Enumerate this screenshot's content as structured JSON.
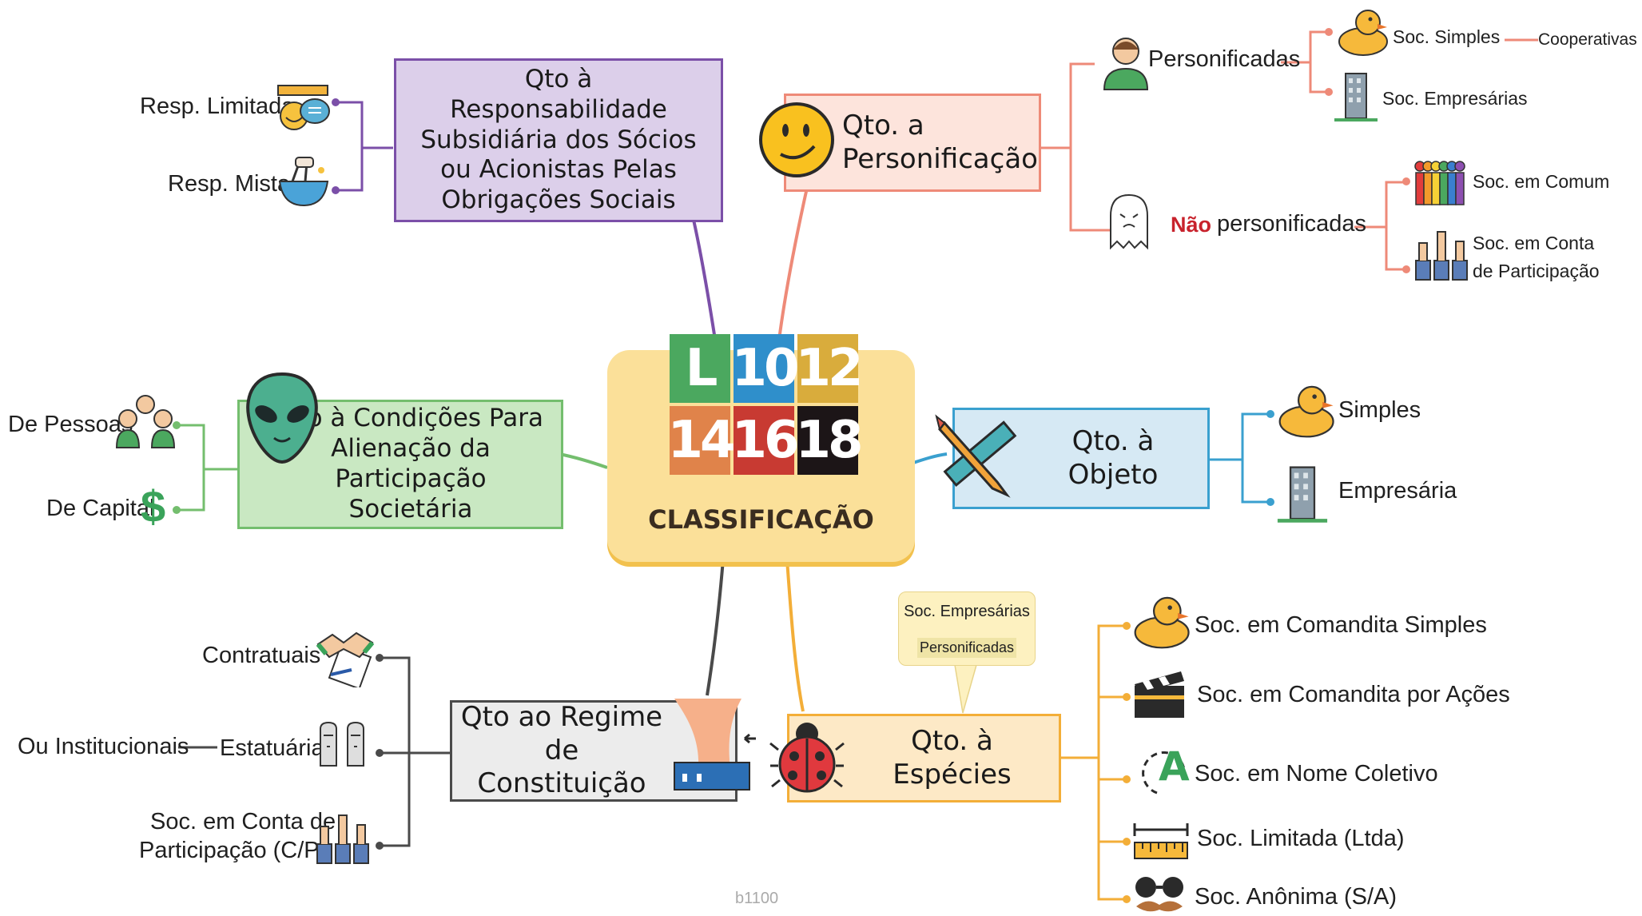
{
  "center": {
    "tiles": [
      "L",
      "10",
      "12",
      "14",
      "16",
      "18"
    ],
    "title": "CLASSIFICAÇÃO"
  },
  "responsabilidade": {
    "title": "Qto à Responsabilidade Subsidiária dos Sócios ou Acionistas Pelas Obrigações Sociais",
    "items": [
      "Resp. Limitada",
      "Resp. Mista"
    ]
  },
  "personificacao": {
    "title": "Qto. a Personificação",
    "personificadas": "Personificadas",
    "soc_simples": "Soc. Simples",
    "cooperativas": "Cooperativas",
    "soc_empresarias": "Soc. Empresárias",
    "nao": "Não",
    "nao_personificadas": "personificadas",
    "soc_comum": "Soc. em Comum",
    "soc_conta_1": "Soc. em Conta",
    "soc_conta_2": "de Participação"
  },
  "alienacao": {
    "title": "Qto à Condições Para Alienação da Participação Societária",
    "items": [
      "De Pessoas",
      "De Capital"
    ]
  },
  "objeto": {
    "title": "Qto. à Objeto",
    "items": [
      "Simples",
      "Empresária"
    ]
  },
  "especies": {
    "title": "Qto. à Espécies",
    "callout_top": "Soc. Empresárias",
    "callout_bottom": "Personificadas",
    "items": [
      "Soc. em Comandita Simples",
      "Soc. em Comandita por Ações",
      "Soc. em Nome Coletivo",
      "Soc. Limitada (Ltda)",
      "Soc. Anônima (S/A)"
    ]
  },
  "regime": {
    "title": "Qto ao Regime de Constituição",
    "contratuais": "Contratuais",
    "institucionais": "Ou Institucionais",
    "estatutaria": "Estatuária",
    "conta_1": "Soc. em Conta de",
    "conta_2": "Participação (C/P)"
  },
  "footer": "b1100",
  "colors": {
    "purple": "#7b4fa8",
    "salmon": "#ee8a78",
    "green": "#74be6e",
    "blue": "#3aa0cf",
    "orange": "#f3ae38",
    "gray": "#4a4a4a"
  }
}
